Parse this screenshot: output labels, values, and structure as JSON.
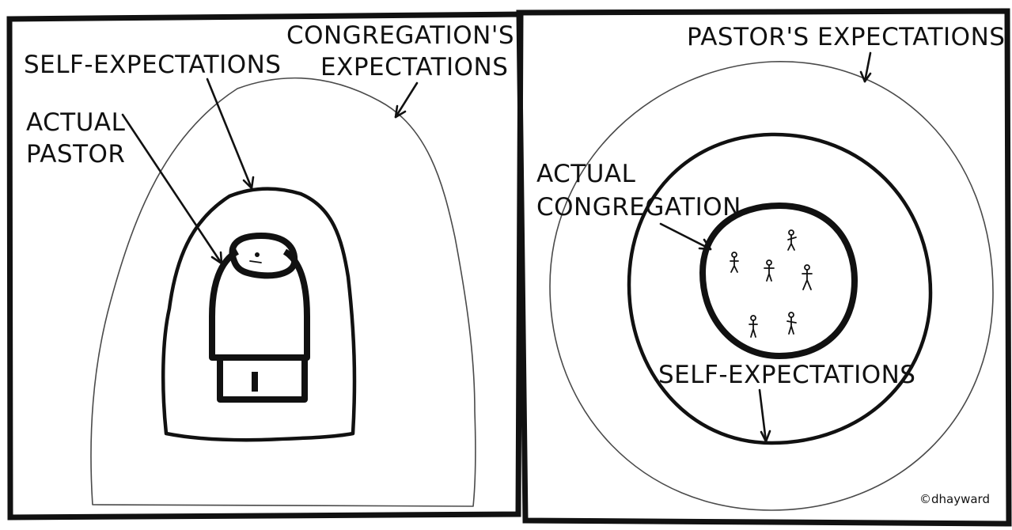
{
  "left_panel": {
    "labels": {
      "congregation_expectations_line1": "CONGREGATION'S",
      "congregation_expectations_line2": "EXPECTATIONS",
      "self_expectations": "SELF-EXPECTATIONS",
      "actual_pastor_line1": "ACTUAL",
      "actual_pastor_line2": "PASTOR"
    }
  },
  "right_panel": {
    "labels": {
      "pastors_expectations": "PASTOR'S EXPECTATIONS",
      "actual_congregation_line1": "ACTUAL",
      "actual_congregation_line2": "CONGREGATION",
      "self_expectations": "SELF-EXPECTATIONS"
    },
    "signature": "©dhayward"
  },
  "icons": {
    "pastor_figure": "person-figure-icon",
    "congregation_people": "stick-figure-icon",
    "congregation_count": 6
  }
}
